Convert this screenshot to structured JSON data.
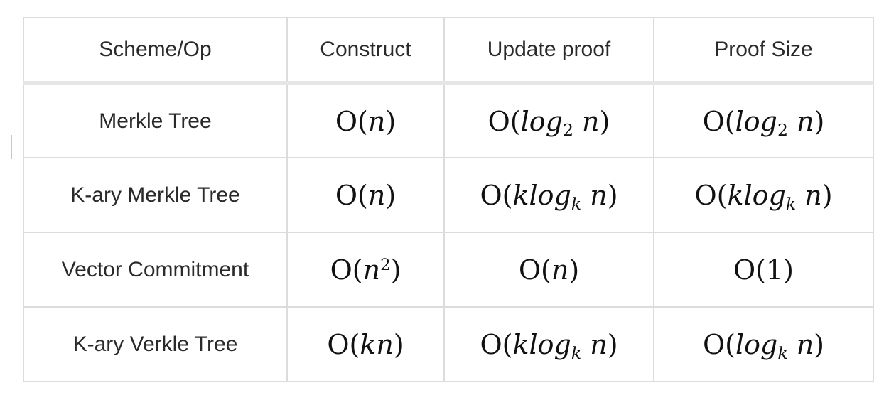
{
  "table": {
    "headers": [
      "Scheme/Op",
      "Construct",
      "Update proof",
      "Proof Size"
    ],
    "rows": [
      {
        "scheme": "Merkle Tree",
        "construct": {
          "fn": "O",
          "open": "(",
          "arg": "n",
          "close": ")"
        },
        "update_proof": {
          "fn": "O",
          "open": "(",
          "arg": "log",
          "base": "2",
          "tail": " n",
          "close": ")"
        },
        "proof_size": {
          "fn": "O",
          "open": "(",
          "arg": "log",
          "base": "2",
          "tail": " n",
          "close": ")"
        }
      },
      {
        "scheme": "K-ary Merkle Tree",
        "construct": {
          "fn": "O",
          "open": "(",
          "arg": "n",
          "close": ")"
        },
        "update_proof": {
          "fn": "O",
          "open": "(",
          "arg": "klog",
          "base": "k",
          "tail": " n",
          "close": ")"
        },
        "proof_size": {
          "fn": "O",
          "open": "(",
          "arg": "klog",
          "base": "k",
          "tail": " n",
          "close": ")"
        }
      },
      {
        "scheme": "Vector Commitment",
        "construct": {
          "fn": "O",
          "open": "(",
          "arg": "n",
          "sup": "2",
          "close": ")"
        },
        "update_proof": {
          "fn": "O",
          "open": "(",
          "arg": "n",
          "close": ")"
        },
        "proof_size": {
          "fn": "O",
          "open": "(",
          "arg": "1",
          "close": ")"
        }
      },
      {
        "scheme": "K-ary Verkle Tree",
        "construct": {
          "fn": "O",
          "open": "(",
          "arg": "kn",
          "close": ")"
        },
        "update_proof": {
          "fn": "O",
          "open": "(",
          "arg": "klog",
          "base": "k",
          "tail": " n",
          "close": ")"
        },
        "proof_size": {
          "fn": "O",
          "open": "(",
          "arg": "log",
          "base": "k",
          "tail": " n",
          "close": ")"
        }
      }
    ]
  }
}
